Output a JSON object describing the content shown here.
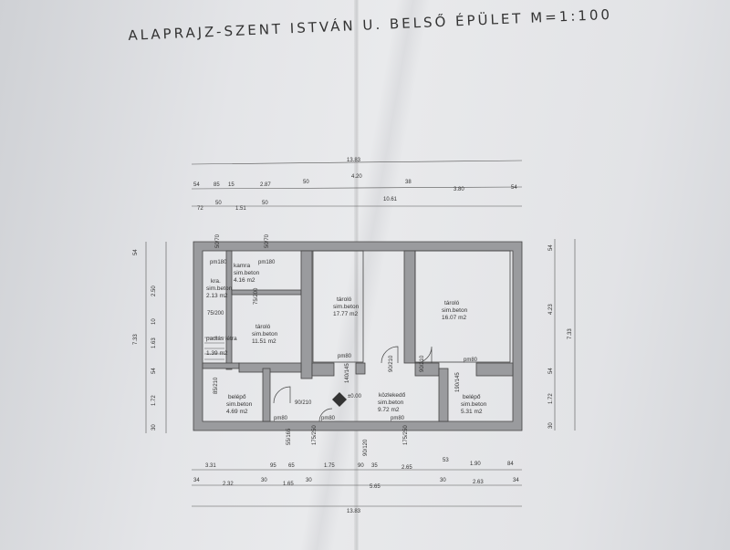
{
  "title": "ALAPRAJZ-SZENT ISTVÁN U. BELSŐ ÉPÜLET M=1:100",
  "top_dims": {
    "total": "13.83",
    "row1": [
      "54",
      "85",
      "15",
      "2.87",
      "50",
      "4.20",
      "38",
      "3.80",
      "54"
    ],
    "row2": [
      "72",
      "50",
      "1.51",
      "50",
      "10.61"
    ]
  },
  "bottom_dims": {
    "row1": [
      "3.31",
      "95",
      "65",
      "1.75",
      "90",
      "35",
      "2.65",
      "53",
      "1.90",
      "84"
    ],
    "row2": [
      "34",
      "2.32",
      "30",
      "1.65",
      "30",
      "5.65",
      "30",
      "2.63",
      "34"
    ],
    "total": "13.83"
  },
  "left_dims": [
    "54",
    "2.50",
    "10",
    "1.63",
    "54",
    "1.72",
    "30",
    "7.33"
  ],
  "right_dims": [
    "54",
    "4.23",
    "54",
    "1.72",
    "30",
    "7.33"
  ],
  "rooms": [
    {
      "name": "kamra",
      "floor": "sim.beton",
      "area": "4.16 m2"
    },
    {
      "name": "kra.",
      "floor": "sim.beton",
      "area": "2.13 m2"
    },
    {
      "name": "tároló",
      "floor": "sim.beton",
      "area": "11.51 m2"
    },
    {
      "name": "padlás létra",
      "floor": "",
      "area": "1.39 m2"
    },
    {
      "name": "tároló",
      "floor": "sim.beton",
      "area": "17.77 m2"
    },
    {
      "name": "tároló",
      "floor": "sim.beton",
      "area": "16.07 m2"
    },
    {
      "name": "belépő",
      "floor": "sim.beton",
      "area": "4.69 m2"
    },
    {
      "name": "közlekedő",
      "floor": "sim.beton",
      "area": "9.72 m2"
    },
    {
      "name": "belépő",
      "floor": "sim.beton",
      "area": "5.31 m2"
    }
  ],
  "openings": {
    "pm180a": "pm180",
    "pm180b": "pm180",
    "pm80a": "pm80",
    "pm80b": "pm80",
    "pm80c": "pm80",
    "pm80d": "pm80",
    "pm80e": "pm80",
    "d1": "75/200",
    "d2": "75/200",
    "d3": "90/210",
    "d4": "90/210",
    "d5": "90/210",
    "d6": "85/210",
    "d7": "190/145",
    "d8": "140/145",
    "d9": "175/250",
    "d10": "175/250",
    "d11": "55/165",
    "d12": "90/120",
    "d13": "50/70",
    "d14": "50/70"
  },
  "level": "±0.00"
}
